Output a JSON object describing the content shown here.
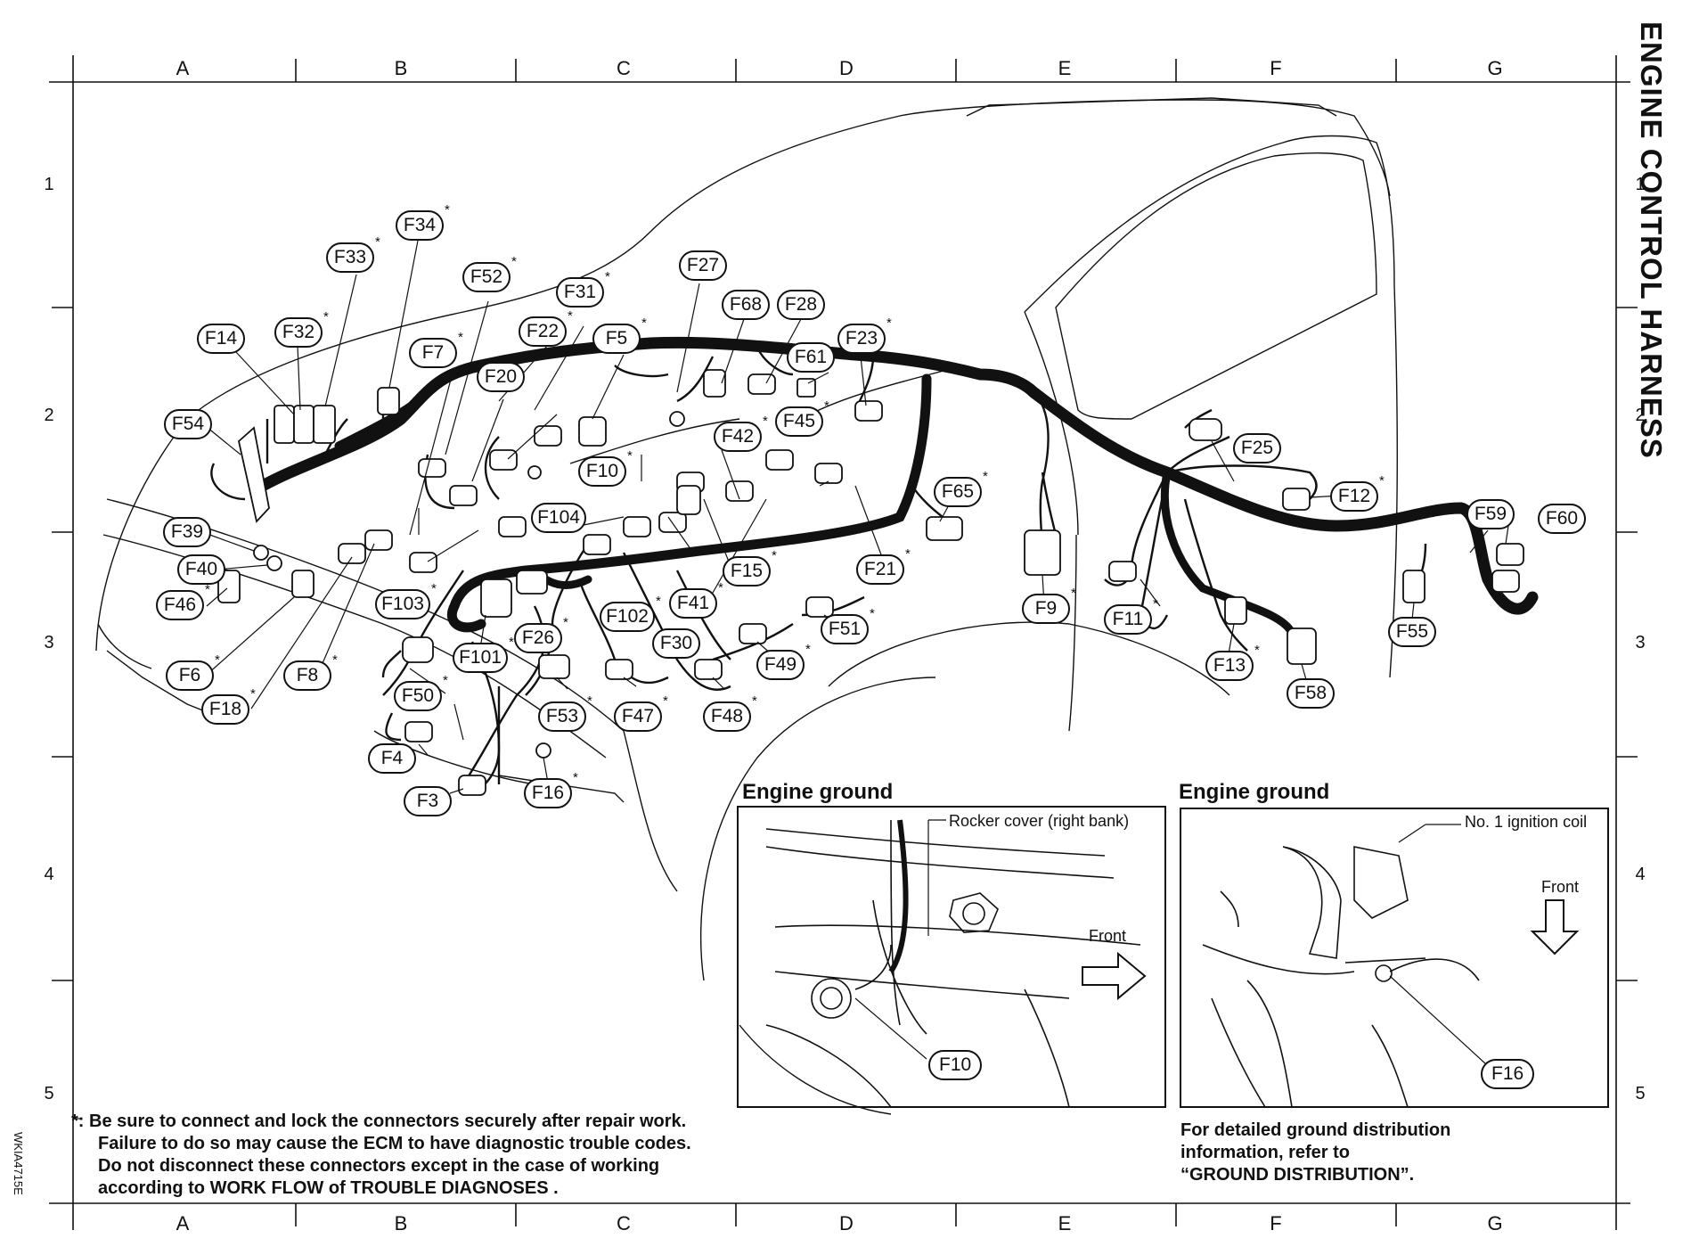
{
  "title": "ENGINE CONTROL HARNESS",
  "figure_code": "WKIA4715E",
  "grid": {
    "columns": [
      "A",
      "B",
      "C",
      "D",
      "E",
      "F",
      "G"
    ],
    "rows": [
      "1",
      "2",
      "3",
      "4",
      "5"
    ]
  },
  "connectors": [
    "F3",
    "F4",
    "F5",
    "F6",
    "F7",
    "F8",
    "F9",
    "F10",
    "F11",
    "F12",
    "F13",
    "F14",
    "F15",
    "F16",
    "F18",
    "F20",
    "F21",
    "F22",
    "F23",
    "F25",
    "F26",
    "F27",
    "F28",
    "F30",
    "F31",
    "F32",
    "F33",
    "F34",
    "F39",
    "F40",
    "F41",
    "F42",
    "F45",
    "F46",
    "F47",
    "F48",
    "F49",
    "F50",
    "F51",
    "F52",
    "F53",
    "F54",
    "F55",
    "F58",
    "F59",
    "F60",
    "F61",
    "F65",
    "F68",
    "F101",
    "F102",
    "F103",
    "F104"
  ],
  "star_mark": "*",
  "insets": [
    {
      "title": "Engine ground",
      "rocker_label": "Rocker cover (right bank)",
      "front_label": "Front",
      "ground_label": "F10"
    },
    {
      "title": "Engine ground",
      "coil_label": "No. 1 ignition coil",
      "front_label": "Front",
      "ground_label": "F16"
    }
  ],
  "note": {
    "symbol": "*",
    "lines": [
      ": Be sure to connect and lock the connectors securely after repair work.",
      "Failure to do so may cause the ECM to have diagnostic trouble codes.",
      "Do not disconnect these connectors except in the case of working",
      "according to WORK FLOW of TROUBLE DIAGNOSES ."
    ]
  },
  "ground_reference": {
    "lines": [
      "For detailed ground distribution",
      "information, refer to",
      "“GROUND DISTRIBUTION”."
    ]
  }
}
